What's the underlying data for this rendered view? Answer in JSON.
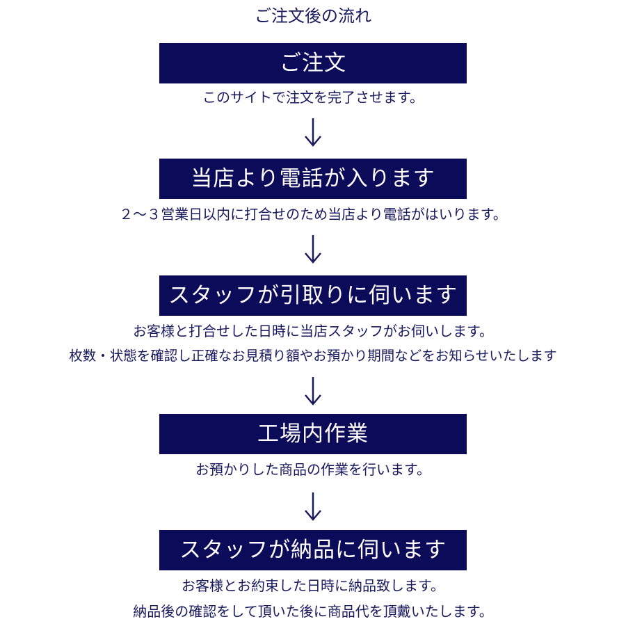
{
  "title": "ご注文後の流れ",
  "steps": [
    {
      "heading": "ご注文",
      "lines": [
        "このサイトで注文を完了させます。"
      ]
    },
    {
      "heading": "当店より電話が入ります",
      "lines": [
        "２～３営業日以内に打合せのため当店より電話がはいります。"
      ]
    },
    {
      "heading": "スタッフが引取りに伺います",
      "lines": [
        "お客様と打合せした日時に当店スタッフがお伺いします。",
        "枚数・状態を確認し正確なお見積り額やお預かり期間などをお知らせいたします"
      ]
    },
    {
      "heading": "工場内作業",
      "lines": [
        "お預かりした商品の作業を行います。"
      ]
    },
    {
      "heading": "スタッフが納品に伺います",
      "lines": [
        "お客様とお約束した日時に納品致します。",
        "納品後の確認をして頂いた後に商品代を頂戴いたします。"
      ]
    }
  ],
  "colors": {
    "box_background": "#0c0b5a",
    "box_text": "#ffffff",
    "body_text": "#1a1a5e",
    "arrow": "#1a1a5e"
  },
  "icons": {
    "arrow": "down-arrow-icon"
  }
}
